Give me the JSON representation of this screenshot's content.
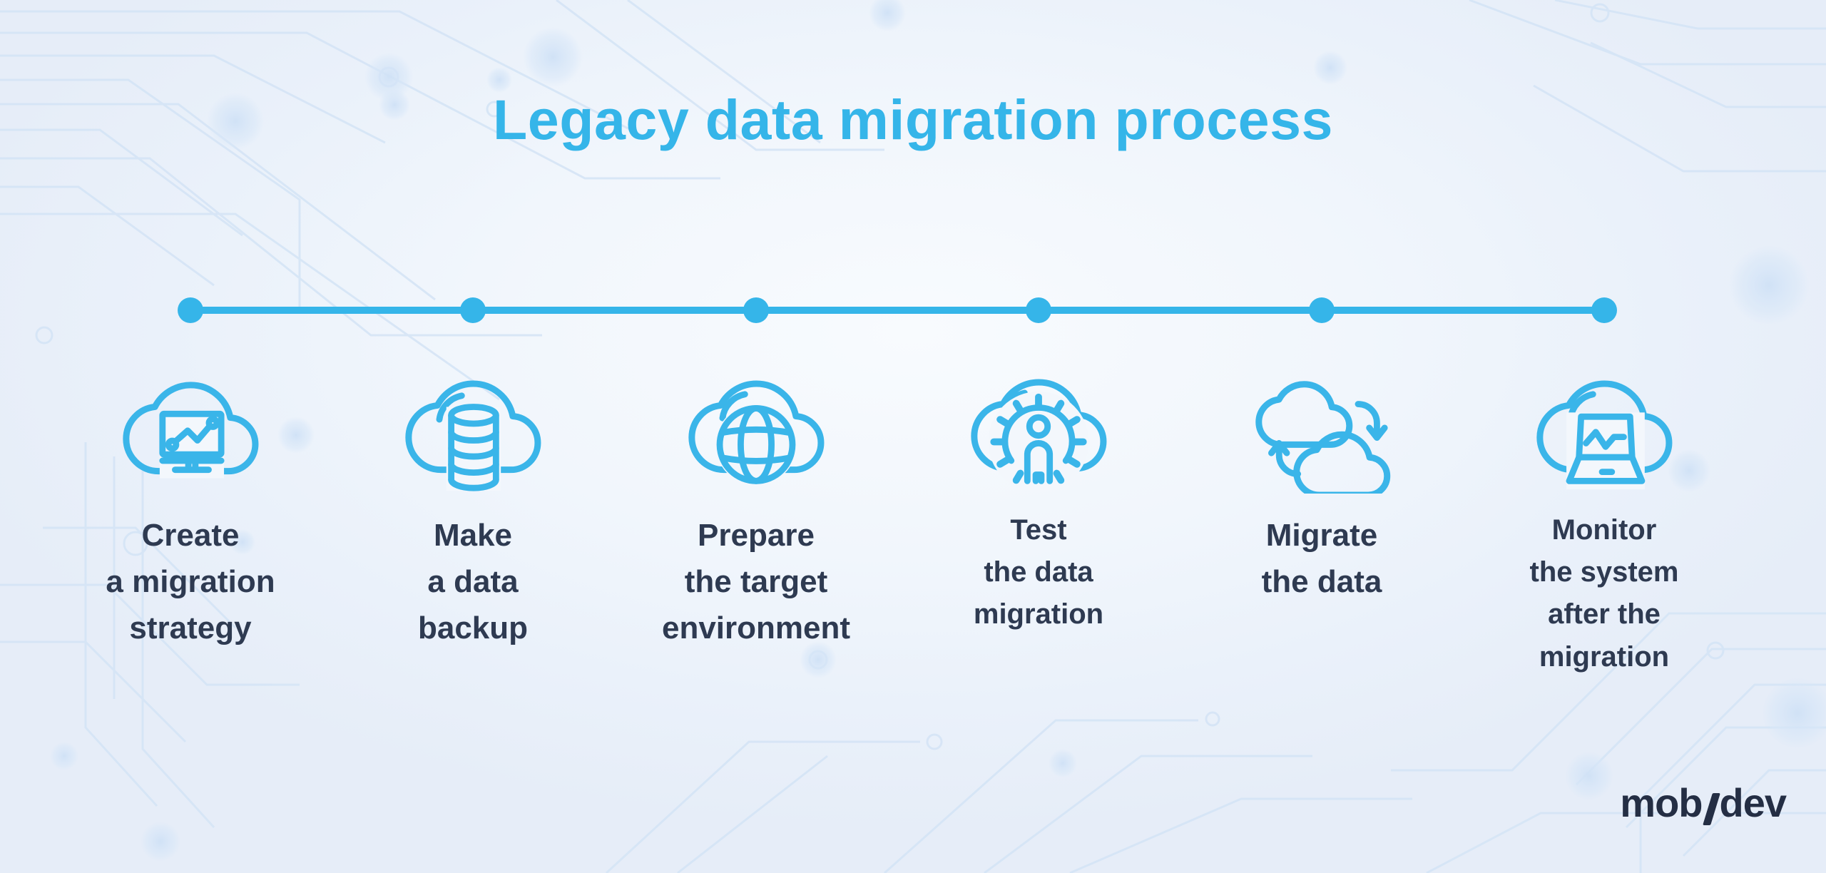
{
  "title": "Legacy data migration process",
  "colors": {
    "accent_blue": "#35b5e9",
    "label_text": "#2e3a51",
    "logo_text": "#242e44",
    "background": "#eef3fb",
    "circuit_trace": "#d4e4f6"
  },
  "timeline": {
    "step_count": 6
  },
  "steps": [
    {
      "id": 1,
      "label": "Create\na migration\nstrategy",
      "icon": "cloud-analytics-monitor-icon"
    },
    {
      "id": 2,
      "label": "Make\na data\nbackup",
      "icon": "cloud-database-icon"
    },
    {
      "id": 3,
      "label": "Prepare\nthe target\nenvironment",
      "icon": "cloud-globe-icon"
    },
    {
      "id": 4,
      "label": "Test\nthe data\nmigration",
      "icon": "cloud-gear-user-icon"
    },
    {
      "id": 5,
      "label": "Migrate\nthe data",
      "icon": "clouds-transfer-icon"
    },
    {
      "id": 6,
      "label": "Monitor\nthe system\nafter the\nmigration",
      "icon": "cloud-laptop-monitor-icon"
    }
  ],
  "logo": {
    "text": "mobidev",
    "pre": "mob",
    "post": "dev"
  }
}
